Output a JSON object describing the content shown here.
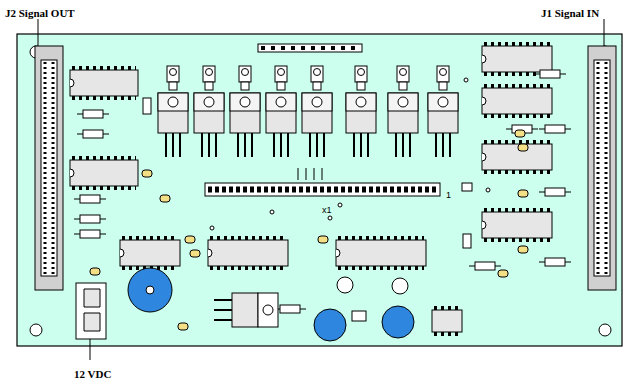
{
  "diagram": {
    "labels": [
      "J2 Signal OUT",
      "J1 Signal IN",
      "12 VDC",
      "1",
      "x1"
    ]
  }
}
